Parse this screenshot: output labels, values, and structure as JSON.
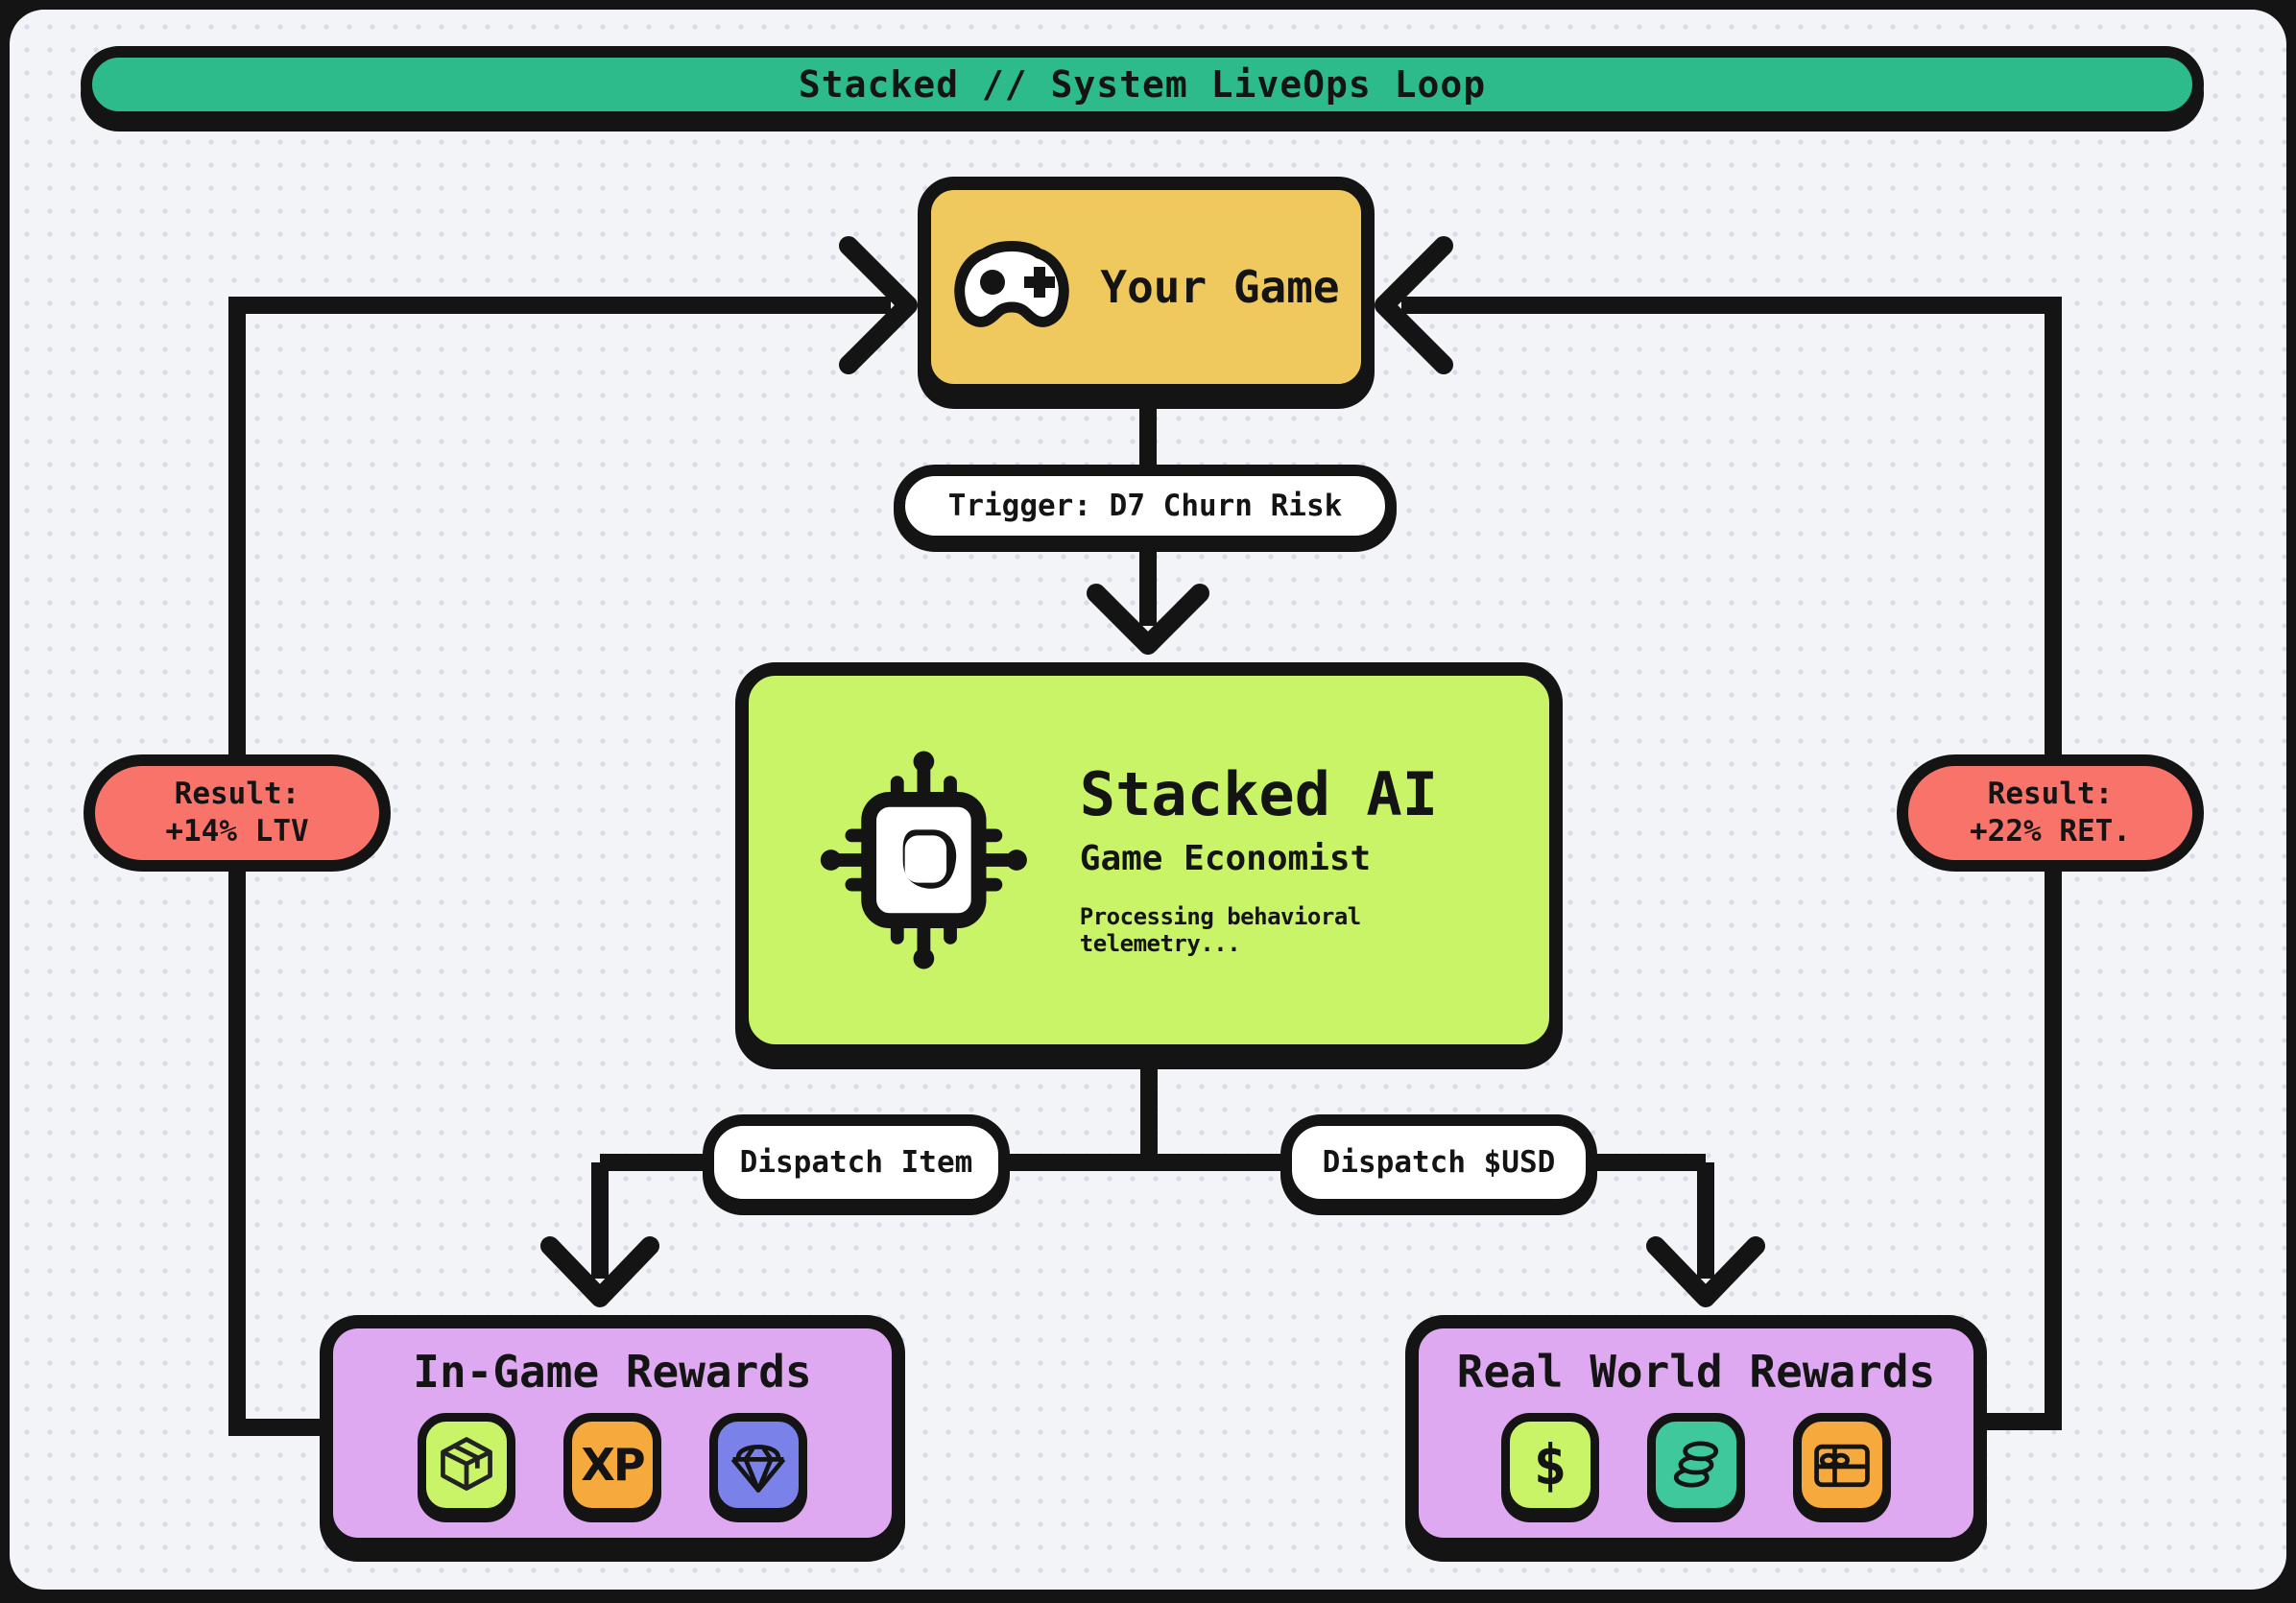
{
  "title_bar": {
    "label": "Stacked // System LiveOps Loop"
  },
  "your_game": {
    "label": "Your Game",
    "icon": "gamepad-icon"
  },
  "trigger_pill": {
    "label": "Trigger: D7 Churn Risk"
  },
  "stacked_ai": {
    "title": "Stacked AI",
    "role": "Game Economist",
    "status": "Processing behavioral telemetry...",
    "icon": "ai-chip-icon"
  },
  "result_ltv": {
    "prefix": "Result:",
    "value": "+14% LTV"
  },
  "result_ret": {
    "prefix": "Result:",
    "value": "+22% RET."
  },
  "dispatch_item": {
    "label": "Dispatch Item"
  },
  "dispatch_usd": {
    "label": "Dispatch $USD"
  },
  "in_game_rewards": {
    "title": "In-Game Rewards",
    "xp_label": "XP",
    "icons": [
      "package-icon",
      "xp-badge",
      "gem-icon"
    ]
  },
  "real_world_rewards": {
    "title": "Real World Rewards",
    "dollar_label": "$",
    "icons": [
      "dollar-badge",
      "coins-icon",
      "gift-card-icon"
    ]
  },
  "colors": {
    "header_green": "#2ebb8c",
    "game_yellow": "#f0c95e",
    "ai_lime": "#c9f467",
    "result_salmon": "#f8736a",
    "rewards_lavender": "#dea9f0",
    "tile_orange": "#f6a93d",
    "tile_periwinkle": "#7a82e9",
    "tile_teal": "#3ec89b",
    "ink": "#141414",
    "panel_bg": "#f2f4f8"
  }
}
